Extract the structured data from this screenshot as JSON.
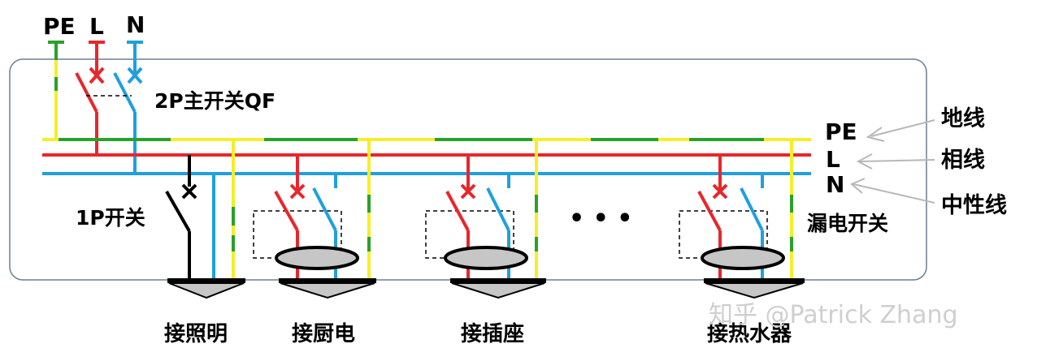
{
  "colors": {
    "pe": "#f5ee2a",
    "pe_stripe": "#2aa12a",
    "line": "#e8262b",
    "neutral": "#1fa0dc",
    "switch_1p": "#000000",
    "enclosure": "#6b7f95",
    "load_fill": "#c6c6c6"
  },
  "supply_labels": {
    "pe": "PE",
    "l": "L",
    "n": "N"
  },
  "main_switch_label": "2P主开关QF",
  "bus_labels": {
    "pe": "PE",
    "l": "L",
    "n": "N"
  },
  "bus_notes": {
    "pe": "地线",
    "l": "相线",
    "n": "中性线"
  },
  "switch_1p_label": "1P开关",
  "rcd_label": "漏电开关",
  "circuits": [
    "接照明",
    "接厨电",
    "接插座",
    "接热水器"
  ],
  "ellipsis": "• • •",
  "watermark": "知乎 @Patrick Zhang"
}
